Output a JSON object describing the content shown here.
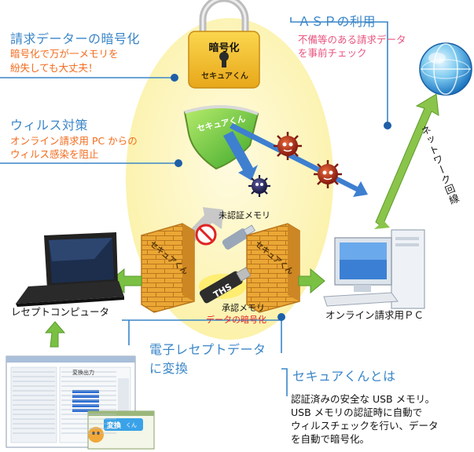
{
  "lock": {
    "title": "暗号化",
    "brand": "セキュアくん"
  },
  "shield": {
    "brand": "セキュアくん"
  },
  "encryption": {
    "title": "請求データーの暗号化",
    "desc1": "暗号化で万が一メモリを",
    "desc2": "紛失しても大丈夫！"
  },
  "virus": {
    "title": "ウィルス対策",
    "desc1": "オンライン請求用 PC からの",
    "desc2": "ウィルス感染を阻止"
  },
  "asp": {
    "title": "ＡＳＰの利用",
    "desc1": "不備等のある請求データ",
    "desc2": "を事前チェック"
  },
  "network": {
    "label": "ネットワーク回線"
  },
  "usb_unauth": {
    "label": "未認証メモリ"
  },
  "usb_auth": {
    "stick": "THS",
    "label": "承認メモリ",
    "sublabel": "データの暗号化"
  },
  "firewall": {
    "left": "セキュアくん",
    "right": "セキュアくん"
  },
  "receipt_pc": {
    "label": "レセプトコンピュータ"
  },
  "online_pc": {
    "label": "オンライン請求用ＰＣ"
  },
  "conversion": {
    "title1": "電子レセプトデータ",
    "title2": "に変換"
  },
  "secure_kun": {
    "title": "セキュアくんとは",
    "desc1": "認証済みの安全な USB メモリ。",
    "desc2": "USB メモリの認証時に自動で",
    "desc3": "ウィルスチェックを行い、データ",
    "desc4": "を自動で暗号化。"
  },
  "screenshot": {
    "title": "変換出力",
    "badge": "変換",
    "badge_sub": "くん"
  },
  "colors": {
    "blue": "#3a86c8",
    "orange": "#f26b1d",
    "pink": "#e8557f",
    "green": "#7ac143",
    "yellow": "#fdf6bf",
    "brick": "#e8a434"
  }
}
